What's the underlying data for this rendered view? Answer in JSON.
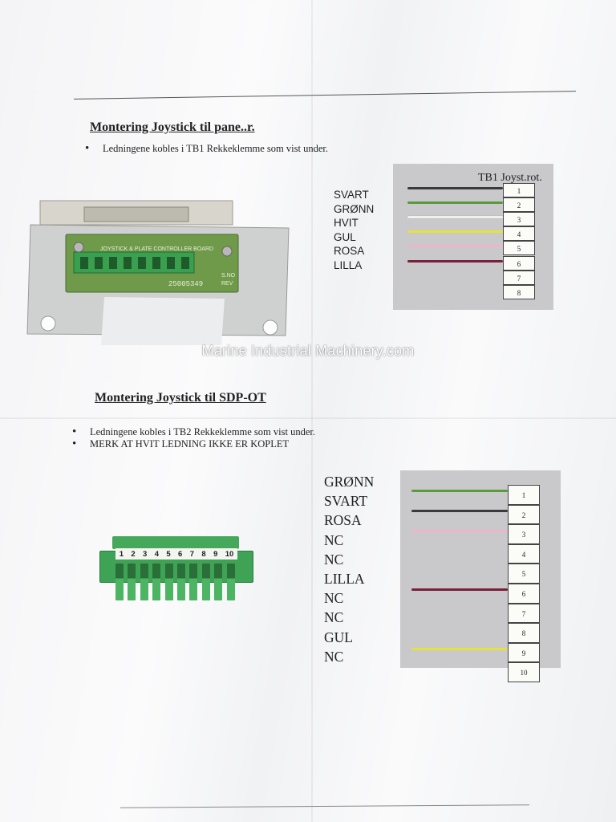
{
  "watermark": "Marine Industrial Machinery.com",
  "section1": {
    "heading": "Montering Joystick til pane..r.",
    "bullets": [
      "Ledningene kobles i TB1 Rekkeklemme som vist under."
    ],
    "board_text": {
      "line1": "JOYSTICK & PLATE CONTROLLER BOARD",
      "part": "25005349",
      "side1": "S.NO",
      "side2": "REV"
    },
    "wires": [
      "SVART",
      "GRØNN",
      "HVIT",
      "GUL",
      "ROSA",
      "LILLA"
    ],
    "terminal_title": "TB1 Joyst.rot.",
    "terminals": [
      "1",
      "2",
      "3",
      "4",
      "5",
      "6",
      "7",
      "8"
    ],
    "wire_colors": [
      "#3a3a3a",
      "#5a9a3a",
      "#f2f0ea",
      "#e6e23a",
      "#f0b4c8",
      "#7a1f3a"
    ]
  },
  "section2": {
    "heading": "Montering Joystick til SDP-OT",
    "bullets": [
      "Ledningene kobles i TB2 Rekkeklemme som vist under.",
      "MERK AT HVIT LEDNING IKKE ER KOPLET"
    ],
    "connector_labels": [
      "1",
      "2",
      "3",
      "4",
      "5",
      "6",
      "7",
      "8",
      "9",
      "10"
    ],
    "wires": [
      "GRØNN",
      "SVART",
      "ROSA",
      "NC",
      "NC",
      "LILLA",
      "NC",
      "NC",
      "GUL",
      "NC"
    ],
    "terminals": [
      "1",
      "2",
      "3",
      "4",
      "5",
      "6",
      "7",
      "8",
      "9",
      "10"
    ],
    "wire_colors": {
      "green": "#5a9a3a",
      "black": "#3a3a3a",
      "pink": "#f0b4c8",
      "purple": "#7a1f3a",
      "yellow": "#e6e23a"
    }
  }
}
